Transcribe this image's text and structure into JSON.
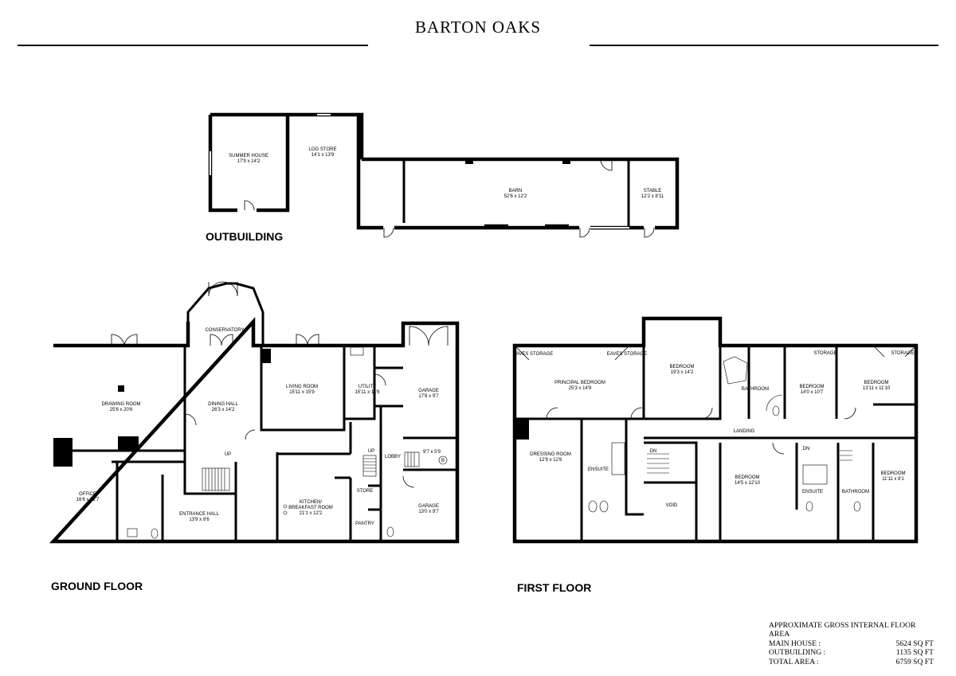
{
  "title": "BARTON OAKS",
  "sections": {
    "outbuilding": "OUTBUILDING",
    "ground": "GROUND FLOOR",
    "first": "FIRST FLOOR"
  },
  "outbuilding_rooms": [
    {
      "name": "SUMMER HOUSE",
      "size": "17'9 x 14'2"
    },
    {
      "name": "LOG STORE",
      "size": "14'1 x 13'9"
    },
    {
      "name": "BARN",
      "size": "52'6 x 12'2"
    },
    {
      "name": "STABLE",
      "size": "12'2 x 8'11"
    }
  ],
  "ground_rooms": [
    {
      "name": "CONSERVATORY",
      "size": ""
    },
    {
      "name": "DRAWING ROOM",
      "size": "25'6 x 20'6"
    },
    {
      "name": "DINING HALL",
      "size": "26'3 x 14'2"
    },
    {
      "name": "LIVING ROOM",
      "size": "15'11 x 15'9"
    },
    {
      "name": "UTILITY",
      "size": "15'11 x 11'6"
    },
    {
      "name": "GARAGE",
      "size": "17'8 x 9'7"
    },
    {
      "name": "",
      "size": "9'7 x 5'9"
    },
    {
      "name": "OFFICE",
      "size": "16'6 x 12'7"
    },
    {
      "name": "ENTRANCE HALL",
      "size": "13'9 x 8'6"
    },
    {
      "name": "KITCHEN/",
      "size": "BREAKFAST ROOM"
    },
    {
      "name": "",
      "size": "21'1 x 12'2"
    },
    {
      "name": "STORE",
      "size": ""
    },
    {
      "name": "PANTRY",
      "size": ""
    },
    {
      "name": "LOBBY",
      "size": ""
    },
    {
      "name": "GARAGE",
      "size": "13'0 x 9'7"
    },
    {
      "name": "UP",
      "size": ""
    },
    {
      "name": "UP",
      "size": ""
    },
    {
      "name": "B",
      "size": ""
    }
  ],
  "first_rooms": [
    {
      "name": "EAVES STORAGE",
      "size": ""
    },
    {
      "name": "EAVES STORAGE",
      "size": ""
    },
    {
      "name": "PRINCIPAL BEDROOM",
      "size": "25'3 x 14'9"
    },
    {
      "name": "BEDROOM",
      "size": "19'3 x 14'2"
    },
    {
      "name": "BATHROOM",
      "size": ""
    },
    {
      "name": "BEDROOM",
      "size": "14'0 x 10'7"
    },
    {
      "name": "STORAGE",
      "size": ""
    },
    {
      "name": "STORAGE",
      "size": ""
    },
    {
      "name": "BEDROOM",
      "size": "13'11 x 11'10"
    },
    {
      "name": "LANDING",
      "size": ""
    },
    {
      "name": "DRESSING ROOM",
      "size": "12'9 x 12'6"
    },
    {
      "name": "ENSUITE",
      "size": ""
    },
    {
      "name": "DN",
      "size": ""
    },
    {
      "name": "VOID",
      "size": ""
    },
    {
      "name": "BEDROOM",
      "size": "14'5 x 12'10"
    },
    {
      "name": "DN",
      "size": ""
    },
    {
      "name": "ENSUITE",
      "size": ""
    },
    {
      "name": "BATHROOM",
      "size": ""
    },
    {
      "name": "BEDROOM",
      "size": "11'11 x 8'1"
    }
  ],
  "area": {
    "heading": "APPROXIMATE GROSS INTERNAL FLOOR AREA",
    "rows": [
      {
        "label": "MAIN HOUSE :",
        "value": "5624 SQ FT"
      },
      {
        "label": "OUTBUILDING :",
        "value": "1135 SQ FT"
      },
      {
        "label": "TOTAL AREA :",
        "value": "6759 SQ FT"
      }
    ]
  }
}
